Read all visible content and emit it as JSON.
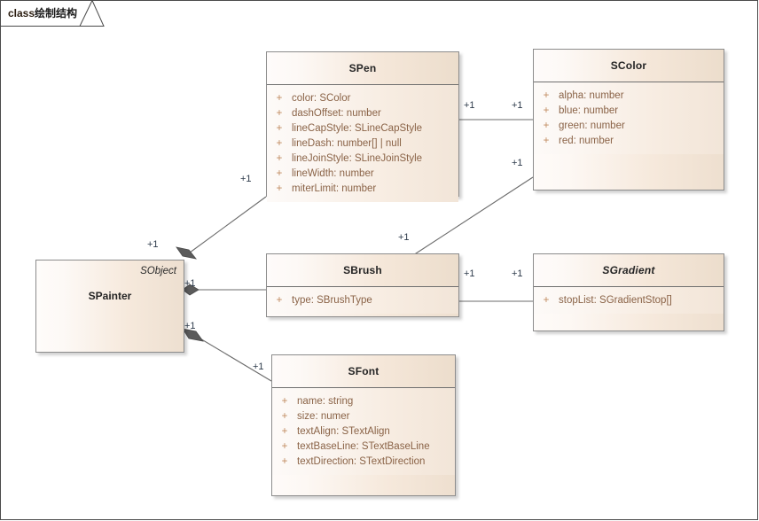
{
  "diagram": {
    "tab_keyword": "class",
    "tab_title": "绘制结构",
    "type": "uml-class-diagram"
  },
  "classes": [
    {
      "id": "spen",
      "name": "SPen",
      "abstract": false,
      "attributes": [
        {
          "visibility": "+",
          "text": "color: SColor"
        },
        {
          "visibility": "+",
          "text": "dashOffset: number"
        },
        {
          "visibility": "+",
          "text": "lineCapStyle: SLineCapStyle"
        },
        {
          "visibility": "+",
          "text": "lineDash: number[] | null"
        },
        {
          "visibility": "+",
          "text": "lineJoinStyle: SLineJoinStyle"
        },
        {
          "visibility": "+",
          "text": "lineWidth: number"
        },
        {
          "visibility": "+",
          "text": "miterLimit: number"
        }
      ]
    },
    {
      "id": "scolor",
      "name": "SColor",
      "abstract": false,
      "attributes": [
        {
          "visibility": "+",
          "text": "alpha: number"
        },
        {
          "visibility": "+",
          "text": "blue: number"
        },
        {
          "visibility": "+",
          "text": "green: number"
        },
        {
          "visibility": "+",
          "text": "red: number"
        }
      ]
    },
    {
      "id": "sbrush",
      "name": "SBrush",
      "abstract": false,
      "attributes": [
        {
          "visibility": "+",
          "text": "type: SBrushType"
        }
      ]
    },
    {
      "id": "sgradient",
      "name": "SGradient",
      "abstract": true,
      "attributes": [
        {
          "visibility": "+",
          "text": "stopList: SGradientStop[]"
        }
      ]
    },
    {
      "id": "sfont",
      "name": "SFont",
      "abstract": false,
      "attributes": [
        {
          "visibility": "+",
          "text": "name: string"
        },
        {
          "visibility": "+",
          "text": "size: numer"
        },
        {
          "visibility": "+",
          "text": "textAlign: STextAlign"
        },
        {
          "visibility": "+",
          "text": "textBaseLine: STextBaseLine"
        },
        {
          "visibility": "+",
          "text": "textDirection: STextDirection"
        }
      ]
    },
    {
      "id": "spainter",
      "name": "SPainter",
      "abstract": false,
      "superclass": "SObject",
      "attributes": []
    }
  ],
  "relations": [
    {
      "id": "spainter-spen",
      "from": "SPainter",
      "to": "SPen",
      "kind": "composition",
      "source_mult": "+1",
      "target_mult": "+1"
    },
    {
      "id": "spainter-sbrush",
      "from": "SPainter",
      "to": "SBrush",
      "kind": "composition",
      "source_mult": "+1",
      "target_mult": "+1"
    },
    {
      "id": "spainter-sfont",
      "from": "SPainter",
      "to": "SFont",
      "kind": "composition",
      "source_mult": "+1",
      "target_mult": "+1"
    },
    {
      "id": "spen-scolor",
      "from": "SPen",
      "to": "SColor",
      "kind": "association",
      "source_mult": "+1",
      "target_mult": "+1"
    },
    {
      "id": "sbrush-scolor",
      "from": "SBrush",
      "to": "SColor",
      "kind": "association",
      "source_mult": "+1",
      "target_mult": "+1"
    },
    {
      "id": "sbrush-sgradient",
      "from": "SBrush",
      "to": "SGradient",
      "kind": "association",
      "source_mult": "+1",
      "target_mult": "+1"
    }
  ],
  "multiplicity_labels": [
    {
      "id": "m-spainter-spen-src",
      "value": "+1"
    },
    {
      "id": "m-spen-src",
      "value": "+1"
    },
    {
      "id": "m-spen-scolor-src",
      "value": "+1"
    },
    {
      "id": "m-scolor-spen-tgt",
      "value": "+1"
    },
    {
      "id": "m-scolor-sbrush-tgt",
      "value": "+1"
    },
    {
      "id": "m-sbrush-scolor-src",
      "value": "+1"
    },
    {
      "id": "m-spainter-sbrush-src",
      "value": "+1"
    },
    {
      "id": "m-sbrush-tgt",
      "value": "+1"
    },
    {
      "id": "m-sbrush-sgrad-src",
      "value": "+1"
    },
    {
      "id": "m-sgrad-tgt",
      "value": "+1"
    },
    {
      "id": "m-spainter-sfont-src",
      "value": "+1"
    },
    {
      "id": "m-sfont-tgt",
      "value": "+1"
    }
  ],
  "colors": {
    "box_border": "#8c8c8c",
    "header_divider": "#6f6f6f",
    "box_fill_light": "#fdf9f6",
    "box_fill_dark": "#eedfcf",
    "attribute_text": "#8a6347",
    "visibility_marker": "#c08a5e",
    "class_name_text": "#242424",
    "multiplicity_text": "#2d3a4a",
    "connector_line": "#6b6b6b",
    "diamond_fill": "#5b5b5b",
    "page_border": "#4a4a4a"
  }
}
